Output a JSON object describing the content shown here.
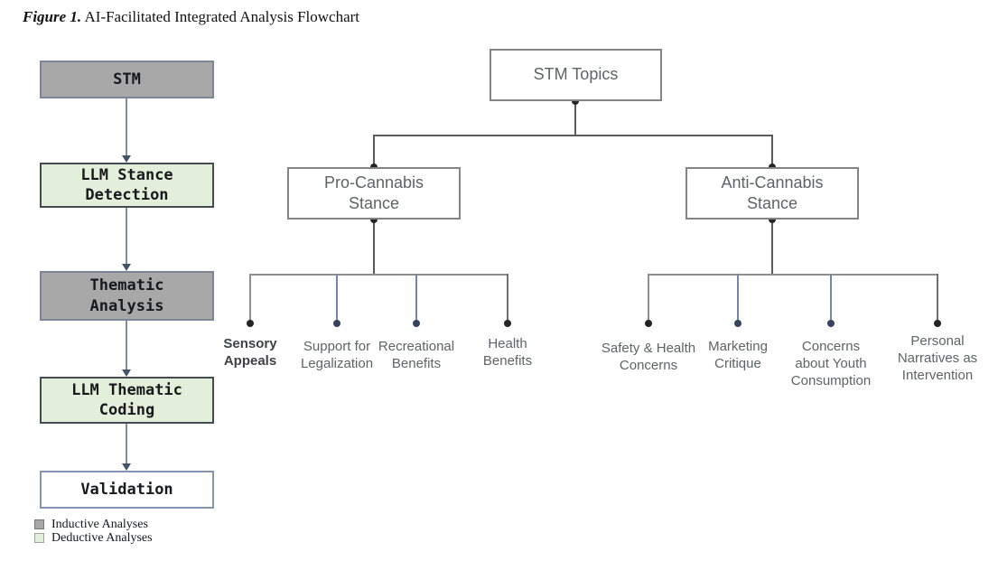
{
  "title": {
    "figure": "Figure 1.",
    "text": " AI-Facilitated Integrated Analysis Flowchart"
  },
  "pipeline": {
    "steps": [
      {
        "label": "STM",
        "category": "inductive"
      },
      {
        "label": "LLM Stance\nDetection",
        "category": "deductive"
      },
      {
        "label": "Thematic\nAnalysis",
        "category": "inductive"
      },
      {
        "label": "LLM Thematic\nCoding",
        "category": "deductive"
      },
      {
        "label": "Validation",
        "category": "none"
      }
    ],
    "legend": [
      {
        "label": "Inductive Analyses",
        "color": "#a8a8a8"
      },
      {
        "label": "Deductive Analyses",
        "color": "#e4efdb"
      }
    ]
  },
  "tree": {
    "root": {
      "label": "STM Topics"
    },
    "branches": [
      {
        "label": "Pro-Cannabis\nStance",
        "children": [
          {
            "label": "Sensory\nAppeals",
            "emphasis": true
          },
          {
            "label": "Support for\nLegalization",
            "emphasis": false
          },
          {
            "label": "Recreational\nBenefits",
            "emphasis": false
          },
          {
            "label": "Health\nBenefits",
            "emphasis": false
          }
        ]
      },
      {
        "label": "Anti-Cannabis\nStance",
        "children": [
          {
            "label": "Safety & Health\nConcerns",
            "emphasis": false
          },
          {
            "label": "Marketing\nCritique",
            "emphasis": false
          },
          {
            "label": "Concerns\nabout Youth\nConsumption",
            "emphasis": false
          },
          {
            "label": "Personal\nNarratives as\nIntervention",
            "emphasis": false
          }
        ]
      }
    ]
  },
  "colors": {
    "inductive_fill": "#a8a8a8",
    "deductive_fill": "#e4efdb",
    "pipeline_border_gray": "#7b8696",
    "pipeline_border_dark": "#454b53",
    "validation_border": "#8296ae",
    "arrow_line": "#7d8ca3",
    "arrow_head": "#44546a",
    "tree_border": "#848484",
    "tree_text": "#5f6368",
    "connector_dark": "#5c5c5c",
    "connector_gray": "#8f8f8f",
    "connector_blue": "#7487a8",
    "dot_black": "#242424",
    "dot_navy": "#36435f"
  }
}
